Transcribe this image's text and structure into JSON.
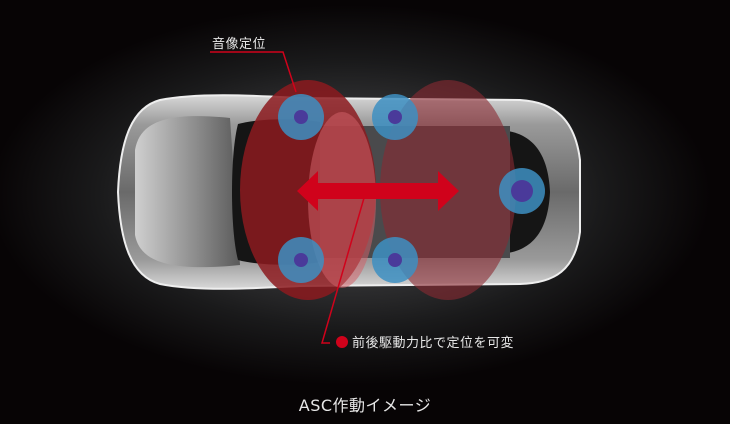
{
  "diagram": {
    "title": "ASC作動イメージ",
    "callouts": {
      "sound_image_position": "音像定位",
      "variable_position": "前後駆動力比で定位を可変"
    },
    "colors": {
      "background": "#070405",
      "accent_red": "#d0021b",
      "front_zone": "#8c1a1e",
      "rear_zone": "#7a2a30",
      "speaker_ring": "#3d8fc2",
      "speaker_core": "#4a3a9a",
      "text": "#e8e8e8"
    },
    "elements": {
      "vehicle": "car-top-view",
      "speakers": [
        "front-left",
        "front-right",
        "rear-left",
        "rear-right",
        "rear-center"
      ],
      "zones": [
        "front-sound-zone",
        "rear-sound-zone"
      ],
      "arrow": "double-headed front-rear arrow"
    }
  }
}
